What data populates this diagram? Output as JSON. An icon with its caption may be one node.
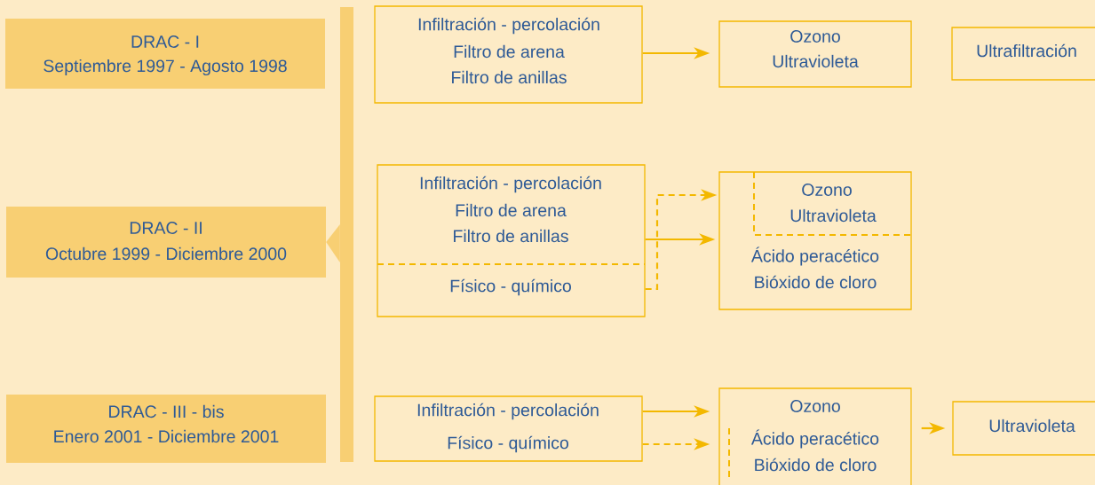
{
  "diagram": {
    "nodes": [
      {
        "text": [
          "DRAC - I",
          "Septiembre 1997 - Agosto 1998"
        ]
      },
      {
        "text": [
          "DRAC - II",
          "Octubre 1999 - Diciembre 2000"
        ]
      },
      {
        "text": [
          "DRAC - III - bis",
          "Enero 2001 - Diciembre 2001"
        ]
      },
      {
        "text": [
          "Infiltración - percolación",
          "Filtro de arena",
          "Filtro de anillas"
        ]
      },
      {
        "text": [
          "Ozono",
          "Ultravioleta"
        ]
      },
      {
        "text": [
          "Ultrafiltración"
        ]
      },
      {
        "text": [
          "Infiltración - percolación",
          "Filtro de arena",
          "Filtro de anillas",
          "Físico - químico"
        ]
      },
      {
        "text": [
          "Ozono",
          "Ultravioleta",
          "Ácido peracético",
          "Bióxido de cloro"
        ]
      },
      {
        "text": [
          "Infiltración - percolación",
          "Físico - químico"
        ]
      },
      {
        "text": [
          "Ozono",
          "Ácido peracético",
          "Bióxido de cloro"
        ]
      },
      {
        "text": [
          "Ultravioleta"
        ]
      },
      {
        "text": [],
        "shape": "bar"
      }
    ],
    "edges": [
      {
        "from": 3,
        "to": 4,
        "arrow": "to"
      },
      {
        "from": 6,
        "to": 7,
        "arrow": "to"
      },
      {
        "from": 6,
        "to": 7,
        "arrow": "to",
        "style": "dashed"
      },
      {
        "from": 8,
        "to": 9,
        "arrow": "to"
      },
      {
        "from": 8,
        "to": 9,
        "arrow": "to",
        "style": "dashed"
      },
      {
        "from": 9,
        "to": 10,
        "arrow": "to"
      },
      {
        "from": 11,
        "to": 1,
        "arrow": "to"
      }
    ]
  }
}
